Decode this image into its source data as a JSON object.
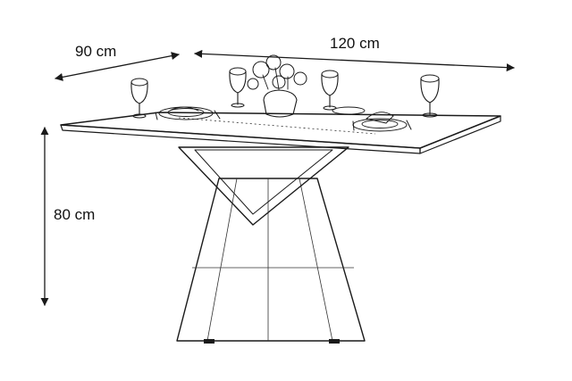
{
  "dimensions": {
    "depth": "90 cm",
    "width": "120 cm",
    "height": "80 cm"
  },
  "icons": {
    "arrows": "double-headed-arrow",
    "glass": "wine-glass-icon",
    "flowers": "flower-vase-icon",
    "plate": "plate-setting-icon"
  }
}
